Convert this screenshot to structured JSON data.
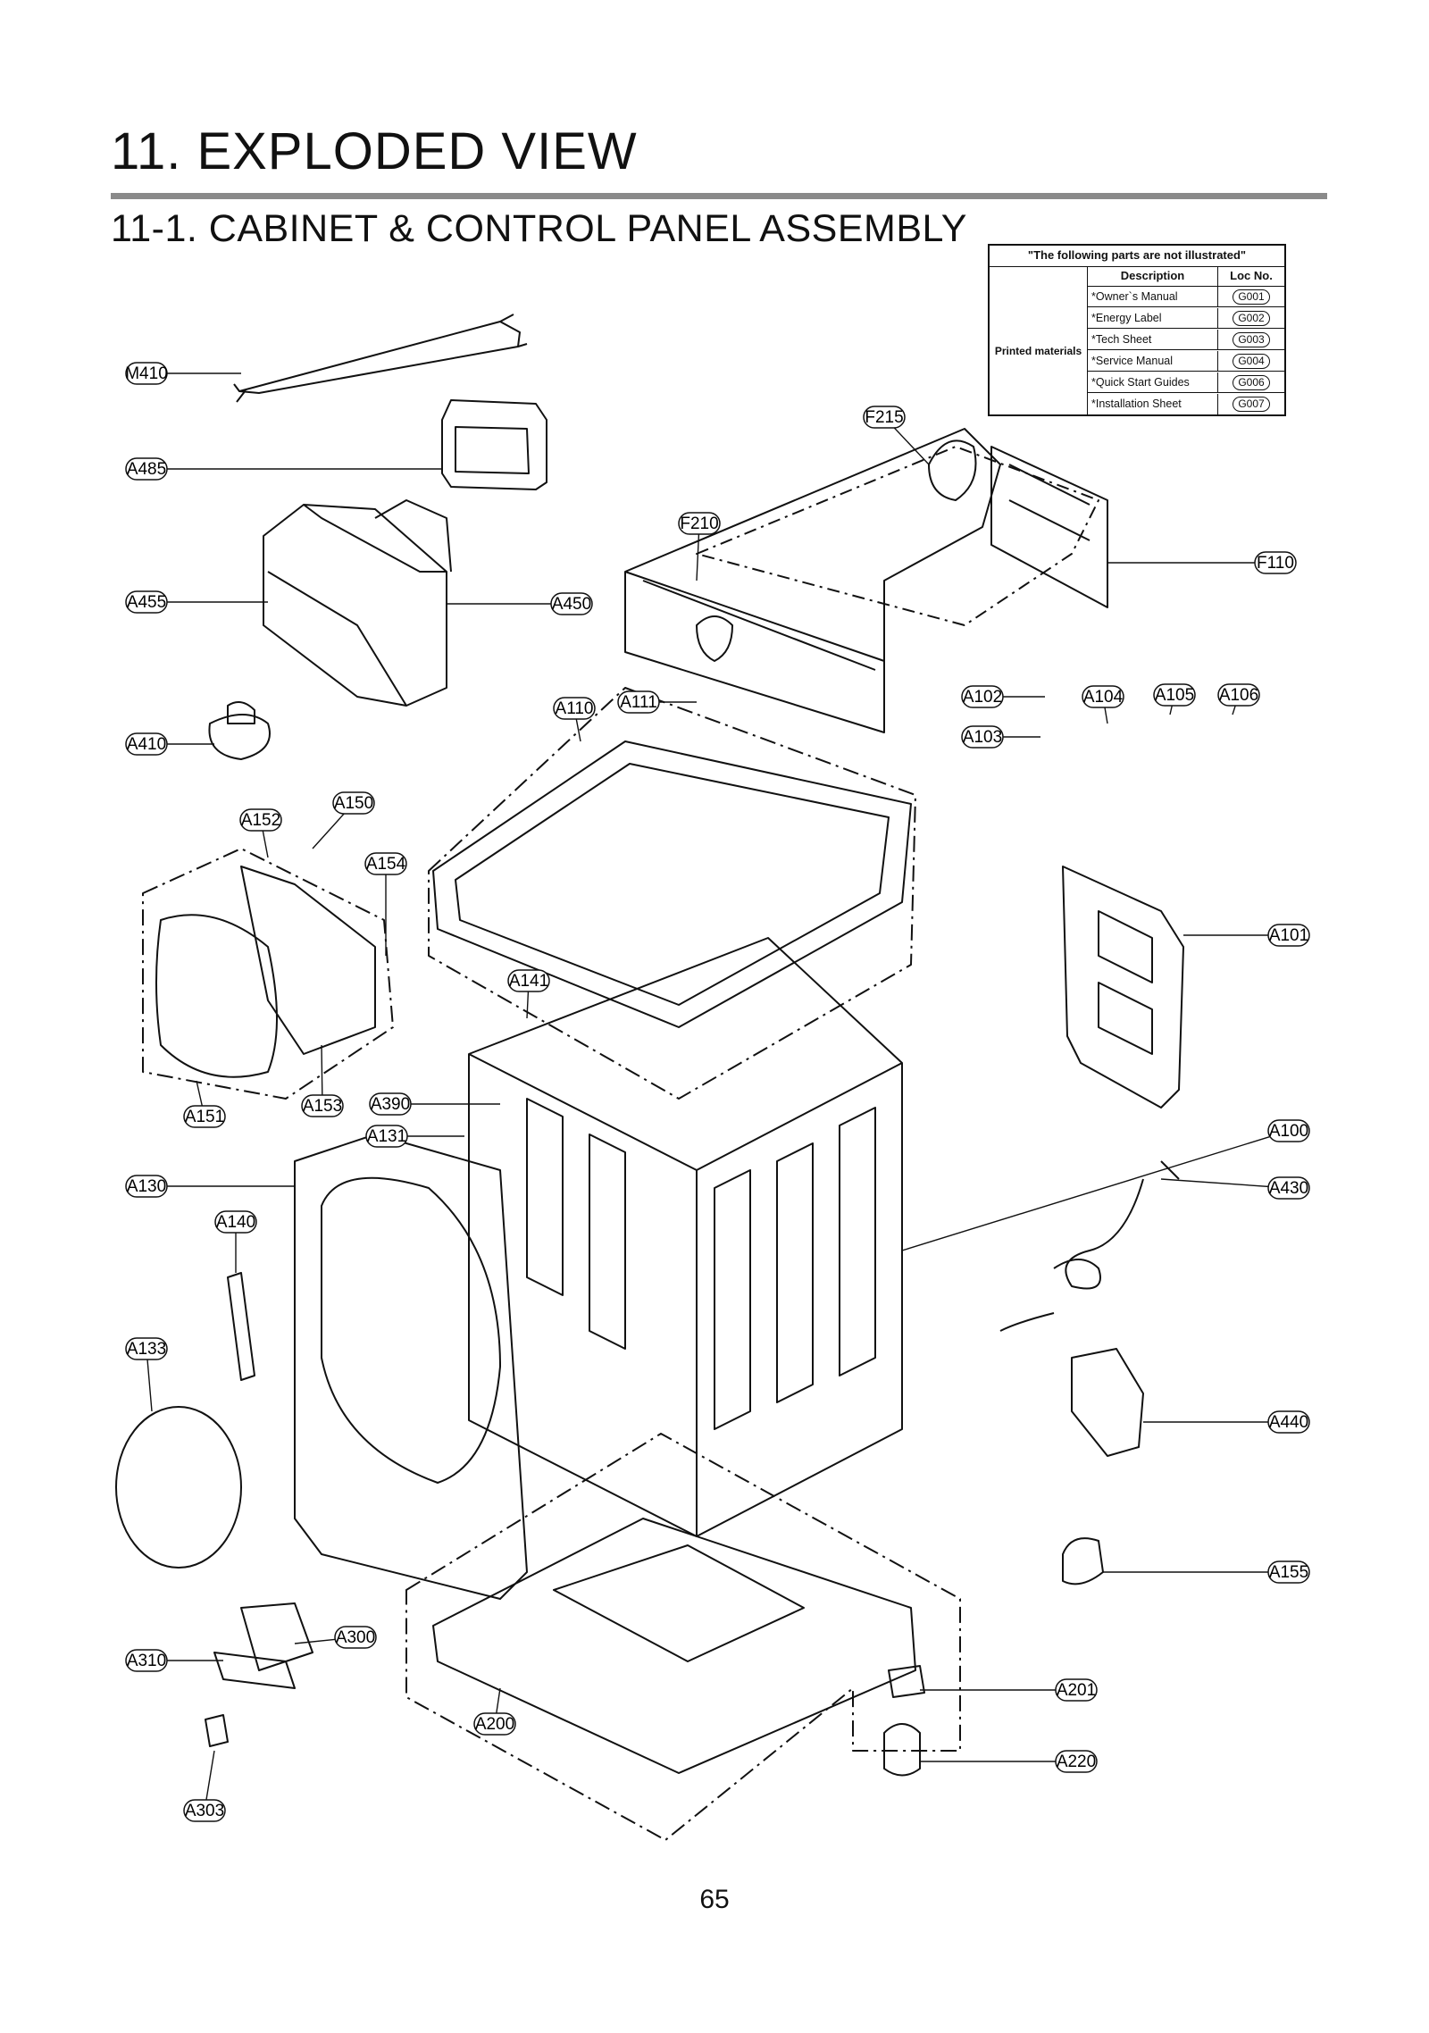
{
  "section_title": "11. EXPLODED VIEW",
  "subsection_title": "11-1. CABINET  & CONTROL PANEL ASSEMBLY",
  "not_illustrated": {
    "caption": "\"The following parts are not illustrated\"",
    "header_description": "Description",
    "header_loc": "Loc No.",
    "category": "Printed materials",
    "rows": [
      {
        "description": "*Owner`s Manual",
        "loc": "G001"
      },
      {
        "description": "*Energy Label",
        "loc": "G002"
      },
      {
        "description": "*Tech Sheet",
        "loc": "G003"
      },
      {
        "description": "*Service Manual",
        "loc": "G004"
      },
      {
        "description": "*Quick Start Guides",
        "loc": "G006"
      },
      {
        "description": "*Installation Sheet",
        "loc": "G007"
      }
    ]
  },
  "callouts": [
    "M410",
    "A485",
    "A455",
    "A450",
    "A410",
    "F210",
    "F215",
    "F110",
    "A110",
    "A111",
    "A102",
    "A104",
    "A105",
    "A106",
    "A103",
    "A152",
    "A150",
    "A154",
    "A141",
    "A101",
    "A151",
    "A153",
    "A390",
    "A131",
    "A100",
    "A130",
    "A430",
    "A140",
    "A133",
    "A440",
    "A155",
    "A300",
    "A310",
    "A201",
    "A220",
    "A303",
    "A200"
  ],
  "page_number": "65"
}
